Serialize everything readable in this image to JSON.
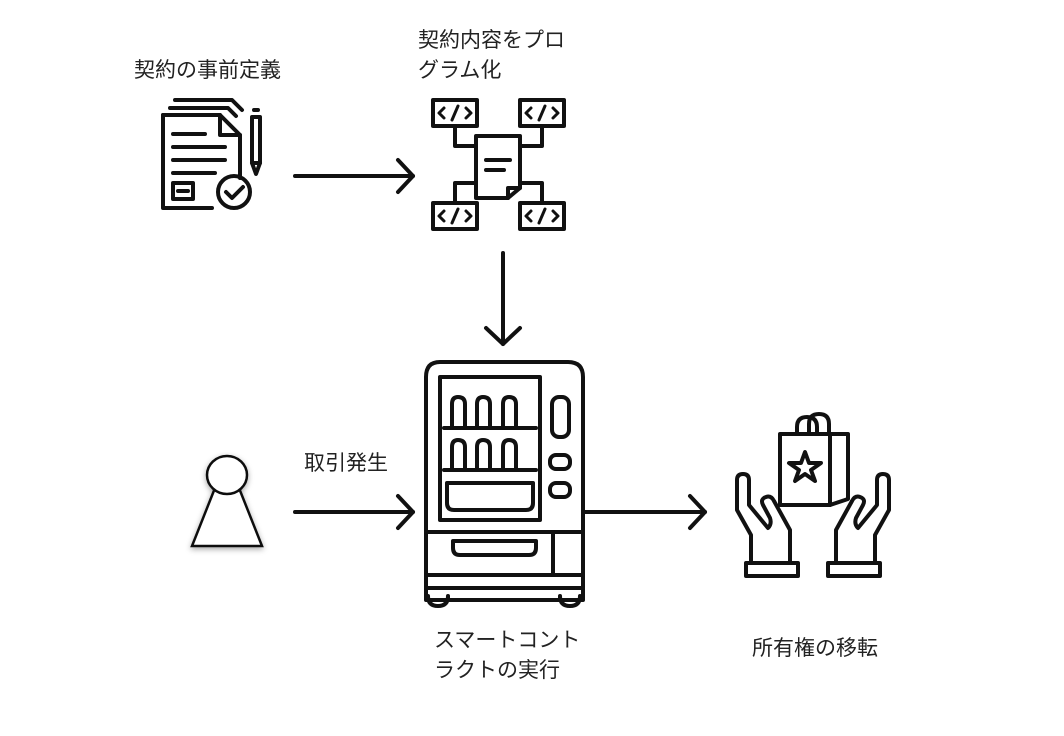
{
  "labels": {
    "predefine": "契約の事前定義",
    "program_line1": "契約内容をプロ",
    "program_line2": "グラム化",
    "trigger": "取引発生",
    "execute_line1": "スマートコント",
    "execute_line2": "ラクトの実行",
    "transfer": "所有権の移転"
  },
  "icons": {
    "contract": "contract-document-icon",
    "program": "code-network-icon",
    "person": "person-icon",
    "machine": "vending-machine-icon",
    "transfer": "hands-shopping-bag-icon"
  },
  "colors": {
    "stroke": "#111111",
    "text": "#222222",
    "background": "#ffffff"
  }
}
